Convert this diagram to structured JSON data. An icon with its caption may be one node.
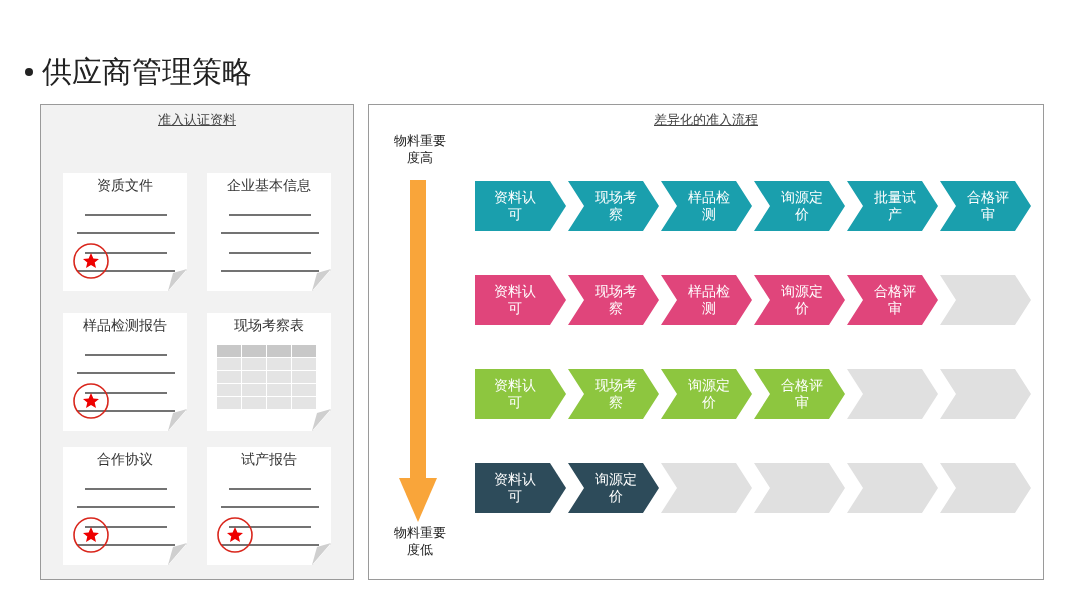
{
  "diagram": {
    "title": "供应商管理策略",
    "nodes": [
      {
        "text": [
          "准入认证资料"
        ]
      },
      {
        "text": [
          "资质文件"
        ],
        "in": 0
      },
      {
        "text": [
          "企业基本信息"
        ],
        "in": 0
      },
      {
        "text": [
          "样品检测报告"
        ],
        "in": 0
      },
      {
        "text": [
          "现场考察表"
        ],
        "in": 0
      },
      {
        "text": [
          "合作协议"
        ],
        "in": 0
      },
      {
        "text": [
          "试产报告"
        ],
        "in": 0
      },
      {
        "text": [
          "差异化的准入流程"
        ]
      },
      {
        "text": [
          "资料认可"
        ],
        "in": 7
      },
      {
        "text": [
          "现场考察"
        ],
        "in": 7
      },
      {
        "text": [
          "样品检测"
        ],
        "in": 7
      },
      {
        "text": [
          "询源定价"
        ],
        "in": 7
      },
      {
        "text": [
          "批量试产"
        ],
        "in": 7
      },
      {
        "text": [
          "合格评审"
        ],
        "in": 7
      },
      {
        "text": [
          "资料认可"
        ],
        "in": 7
      },
      {
        "text": [
          "现场考察"
        ],
        "in": 7
      },
      {
        "text": [
          "样品检测"
        ],
        "in": 7
      },
      {
        "text": [
          "询源定价"
        ],
        "in": 7
      },
      {
        "text": [
          "合格评审"
        ],
        "in": 7
      },
      {
        "text": [],
        "shape": "chevron",
        "in": 7
      },
      {
        "text": [
          "资料认可"
        ],
        "in": 7
      },
      {
        "text": [
          "现场考察"
        ],
        "in": 7
      },
      {
        "text": [
          "询源定价"
        ],
        "in": 7
      },
      {
        "text": [
          "合格评审"
        ],
        "in": 7
      },
      {
        "text": [],
        "shape": "chevron",
        "in": 7
      },
      {
        "text": [],
        "shape": "chevron",
        "in": 7
      },
      {
        "text": [
          "资料认可"
        ],
        "in": 7
      },
      {
        "text": [
          "询源定价"
        ],
        "in": 7
      },
      {
        "text": [],
        "shape": "chevron",
        "in": 7
      },
      {
        "text": [],
        "shape": "chevron",
        "in": 7
      },
      {
        "text": [],
        "shape": "chevron",
        "in": 7
      },
      {
        "text": [],
        "shape": "chevron",
        "in": 7
      }
    ],
    "labels": [
      "物料重要度高",
      "物料重要度低"
    ]
  }
}
